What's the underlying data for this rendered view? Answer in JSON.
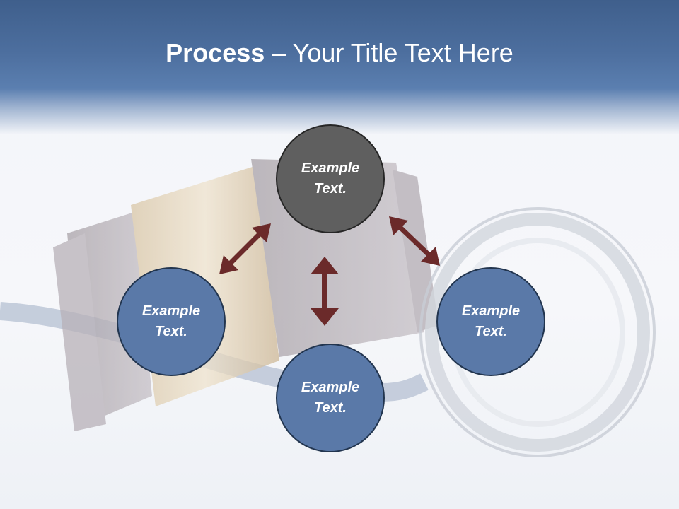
{
  "slide": {
    "title_bold": "Process",
    "title_rest": " – Your Title Text Here"
  },
  "nodes": [
    {
      "id": "top",
      "line1": "Example",
      "line2": "Text."
    },
    {
      "id": "left",
      "line1": "Example",
      "line2": "Text."
    },
    {
      "id": "right",
      "line1": "Example",
      "line2": "Text."
    },
    {
      "id": "bottom",
      "line1": "Example",
      "line2": "Text."
    }
  ],
  "colors": {
    "header": "#4d6f9f",
    "top_circle": "#5f5f5f",
    "circle": "#5a79a8",
    "arrow": "#6b2a2a"
  }
}
